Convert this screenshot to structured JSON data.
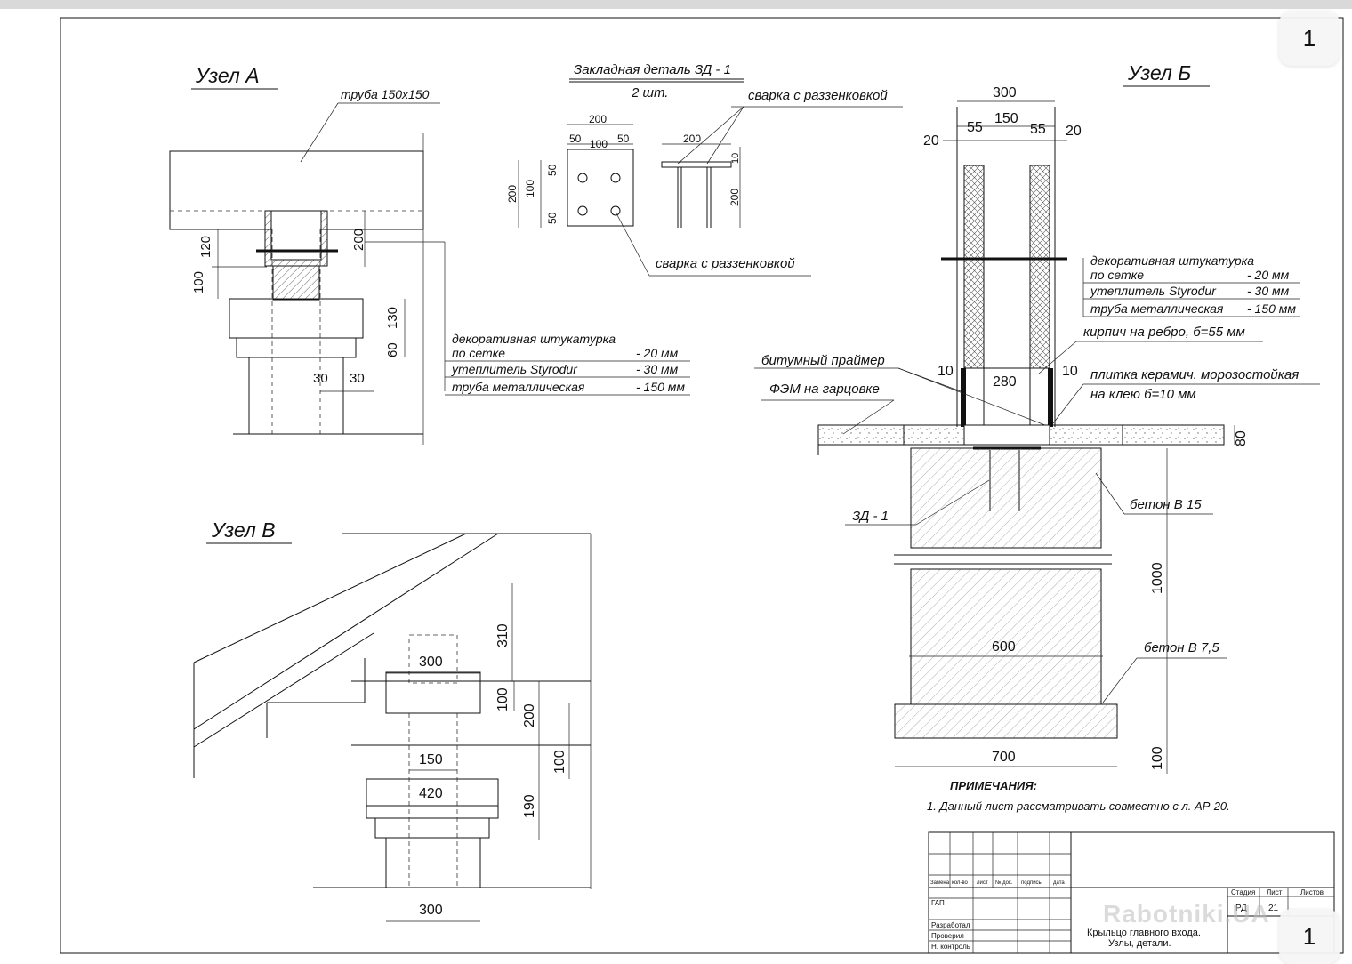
{
  "page_badges": {
    "top": "1",
    "bottom": "1"
  },
  "watermark": "Rabotniki.UA",
  "node_a": {
    "title": "Узел  А",
    "pipe_label": "труба  150х150",
    "dims": {
      "d120": "120",
      "d100": "100",
      "d200": "200",
      "d130": "130",
      "d60": "60",
      "d30a": "30",
      "d30b": "30"
    },
    "layers": [
      {
        "name": "декоративная штукатурка",
        "value": ""
      },
      {
        "name": "по сетке",
        "value": "- 20 мм"
      },
      {
        "name": "утеплитель Styrodur",
        "value": "- 30 мм"
      },
      {
        "name": "труба металлическая",
        "value": "- 150 мм"
      }
    ]
  },
  "embedded_part": {
    "title": "Закладная деталь ЗД - 1",
    "qty": "2 шт.",
    "weld_top": "сварка с раззенковкой",
    "weld_bottom": "сварка с раззенковкой",
    "dims": {
      "w200": "200",
      "w50a": "50",
      "w100": "100",
      "w50b": "50",
      "h200": "200",
      "h50a": "50",
      "h100": "100",
      "h50b": "50",
      "side200": "200",
      "side10": "10",
      "side_h200": "200"
    }
  },
  "node_b": {
    "title": "Узел  Б",
    "dims": {
      "d300": "300",
      "d150": "150",
      "d55a": "55",
      "d55b": "55",
      "d20a": "20",
      "d20b": "20",
      "d10a": "10",
      "d10b": "10",
      "d280": "280",
      "d80": "80",
      "d1000": "1000",
      "d600": "600",
      "d700": "700",
      "d100": "100"
    },
    "layers": [
      {
        "name": "декоративная штукатурка",
        "value": ""
      },
      {
        "name": "по сетке",
        "value": "- 20 мм"
      },
      {
        "name": "утеплитель Styrodur",
        "value": "- 30 мм"
      },
      {
        "name": "труба металлическая",
        "value": "- 150 мм"
      }
    ],
    "callouts": {
      "brick": "кирпич на ребро, б=55 мм",
      "primer": "битумный праймер",
      "tile1": "плитка керамич. морозостойкая",
      "tile2": "на клею б=10 мм",
      "fem": "ФЭМ на гарцовке",
      "zd": "ЗД - 1",
      "concrete15": "бетон В 15",
      "concrete75": "бетон В 7,5"
    }
  },
  "node_v": {
    "title": "Узел  В",
    "dims": {
      "d300top": "300",
      "d310": "310",
      "d100a": "100",
      "d200": "200",
      "d100b": "100",
      "d150": "150",
      "d420": "420",
      "d190": "190",
      "d300bot": "300"
    }
  },
  "notes": {
    "heading": "ПРИМЕЧАНИЯ:",
    "items": [
      "1. Данный лист рассматривать совместно с л. АР-20."
    ]
  },
  "title_block": {
    "col_headers": [
      "Замена",
      "кол-во",
      "лист",
      "№ док.",
      "подпись",
      "дата"
    ],
    "roles": [
      "ГАП",
      "Разработал",
      "Проверил",
      "Н. контроль"
    ],
    "stage_headers": [
      "Стадия",
      "Лист",
      "Листов"
    ],
    "stage_values": [
      "РД",
      "21",
      ""
    ],
    "drawing_title": [
      "Крыльцо  главного входа.",
      "Узлы, детали."
    ]
  },
  "colors": {
    "ink": "#111111",
    "background": "#ffffff",
    "hatch": "#555555"
  }
}
